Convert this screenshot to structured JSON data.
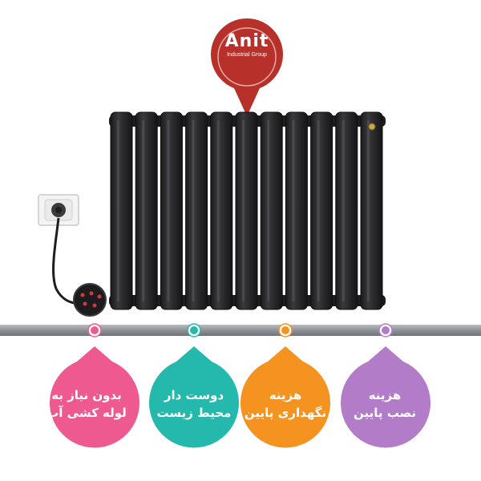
{
  "logo": {
    "brand": "Anit",
    "subtitle": "Industrial Group",
    "color": "#b8302a"
  },
  "features": [
    {
      "line1": "بدون نیاز به",
      "line2": "لوله کشی آب",
      "color": "#ee5a8f"
    },
    {
      "line1": "دوست دار",
      "line2": "محیط زیست",
      "color": "#25b8ac"
    },
    {
      "line1": "هزینه",
      "line2": "نگهداری پایین",
      "color": "#f4931f"
    },
    {
      "line1": "هزینه",
      "line2": "نصب پایین",
      "color": "#b27cc9"
    }
  ],
  "timeline": {
    "color": "#8e9296"
  },
  "radiator": {
    "color": "#2b2b2d",
    "sections": 11
  }
}
